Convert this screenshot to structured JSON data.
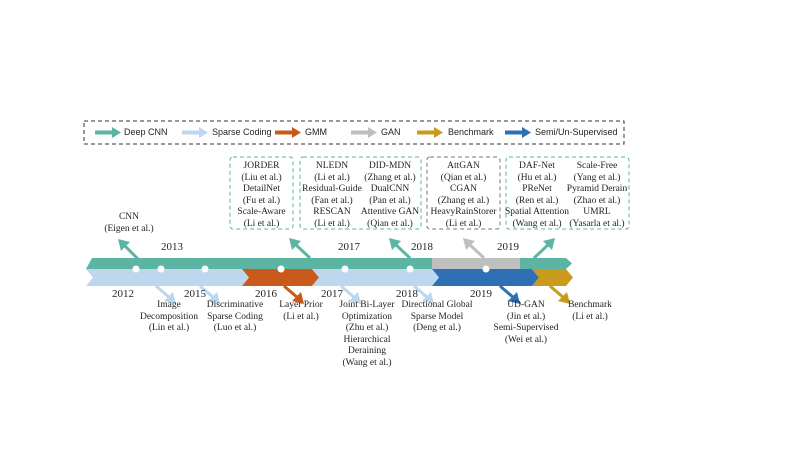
{
  "legend": {
    "items": [
      {
        "label": "Deep CNN",
        "color": "#5bb5a2"
      },
      {
        "label": "Sparse Coding",
        "color": "#bcd7ee"
      },
      {
        "label": "GMM",
        "color": "#c95a1b"
      },
      {
        "label": "GAN",
        "color": "#bfbfbf"
      },
      {
        "label": "Benchmark",
        "color": "#c99a1c"
      },
      {
        "label": "Semi/Un-Supervised",
        "color": "#2e6fb5"
      }
    ]
  },
  "years_top": [
    "2013",
    "2017",
    "2018",
    "2019"
  ],
  "years_bottom": [
    "2012",
    "2015",
    "2016",
    "2017",
    "2018",
    "2019"
  ],
  "top_labels": {
    "cnn": [
      "CNN",
      "(Eigen et al.)"
    ],
    "box1": [
      "JORDER",
      "(Liu et al.)",
      "DetailNet",
      "(Fu et al.)",
      "Scale-Aware",
      "(Li et al.)"
    ],
    "box2a": [
      "NLEDN",
      "(Li et al.)",
      "Residual-Guide",
      "(Fan et al.)",
      "RESCAN",
      "(Li et al.)"
    ],
    "box2b": [
      "DID-MDN",
      "(Zhang et al.)",
      "DualCNN",
      "(Pan et al.)",
      "Attentive GAN",
      "(Qian et al.)"
    ],
    "box3": [
      "AttGAN",
      "(Qian et al.)",
      "CGAN",
      "(Zhang et al.)",
      "HeavyRainStorer",
      "(Li et al.)"
    ],
    "box4a": [
      "DAF-Net",
      "(Hu et al.)",
      "PReNet",
      "(Ren et al.)",
      "Spatial Attention",
      "(Wang et al.)"
    ],
    "box4b": [
      "Scale-Free",
      "(Yang et al.)",
      "Pyramid Derain",
      "(Zhao et al.)",
      "UMRL",
      "(Yasarla et al.)"
    ]
  },
  "bottom_labels": {
    "b1": [
      "Image",
      "Decomposition",
      "(Lin et al.)"
    ],
    "b2": [
      "Discriminative",
      "Sparse Coding",
      "(Luo et al.)"
    ],
    "b3": [
      "Layer Prior",
      "(Li et al.)"
    ],
    "b4": [
      "Joint Bi-Layer",
      "Optimization",
      "(Zhu et al.)",
      "Hierarchical",
      "Deraining",
      "(Wang et al.)"
    ],
    "b5": [
      "Directional Global",
      "Sparse Model",
      "(Deng et al.)"
    ],
    "b6": [
      "UD-GAN",
      "(Jin et al.)",
      "Semi-Supervised",
      "(Wei et al.)"
    ],
    "b7": [
      "Benchmark",
      "(Li et al.)"
    ]
  }
}
